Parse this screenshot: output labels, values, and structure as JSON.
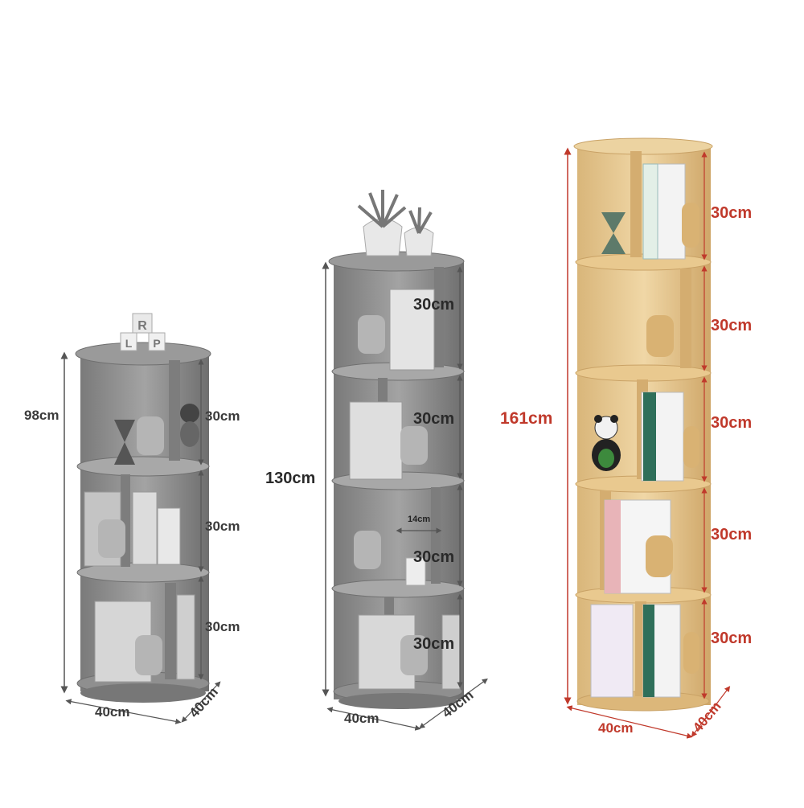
{
  "shelf_small": {
    "height_label": "98cm",
    "tier_labels": [
      "30cm",
      "30cm",
      "30cm"
    ],
    "width_label": "40cm",
    "depth_label": "40cm"
  },
  "shelf_medium": {
    "height_label": "130cm",
    "tier_labels": [
      "30cm",
      "30cm",
      "30cm",
      "30cm"
    ],
    "divider_label": "14cm",
    "width_label": "40cm",
    "depth_label": "40cm"
  },
  "shelf_tall": {
    "height_label": "161cm",
    "tier_labels": [
      "30cm",
      "30cm",
      "30cm",
      "30cm",
      "30cm"
    ],
    "width_label": "40cm",
    "depth_label": "40cm"
  },
  "colors": {
    "gray_wood": "#8c8c8c",
    "gray_dark": "#6b6b6b",
    "natural_wood": "#e6c78f",
    "natural_dark": "#c9a266",
    "dimension_red": "#c0392b"
  }
}
